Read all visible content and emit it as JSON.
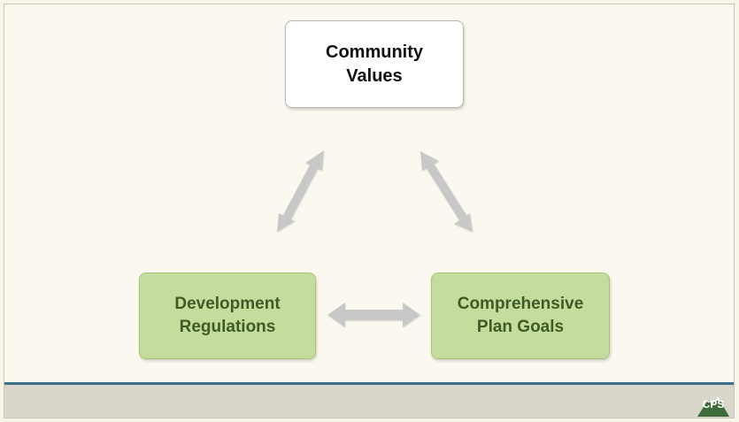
{
  "diagram": {
    "nodes": {
      "community_values": "Community\nValues",
      "development_regulations": "Development\nRegulations",
      "comprehensive_plan_goals": "Comprehensive\nPlan Goals"
    },
    "edges": [
      {
        "from": "community_values",
        "to": "development_regulations",
        "type": "bidirectional"
      },
      {
        "from": "community_values",
        "to": "comprehensive_plan_goals",
        "type": "bidirectional"
      },
      {
        "from": "development_regulations",
        "to": "comprehensive_plan_goals",
        "type": "bidirectional"
      }
    ],
    "colors": {
      "node_white": "#ffffff",
      "node_green": "#c5dd9c",
      "green_text": "#3f5a26",
      "arrow_gray": "#c8c8c8",
      "footer_line": "#3d6f86"
    }
  },
  "footer": {
    "logo_text": "CPS",
    "logo_icon": "mountain-logo-icon"
  }
}
